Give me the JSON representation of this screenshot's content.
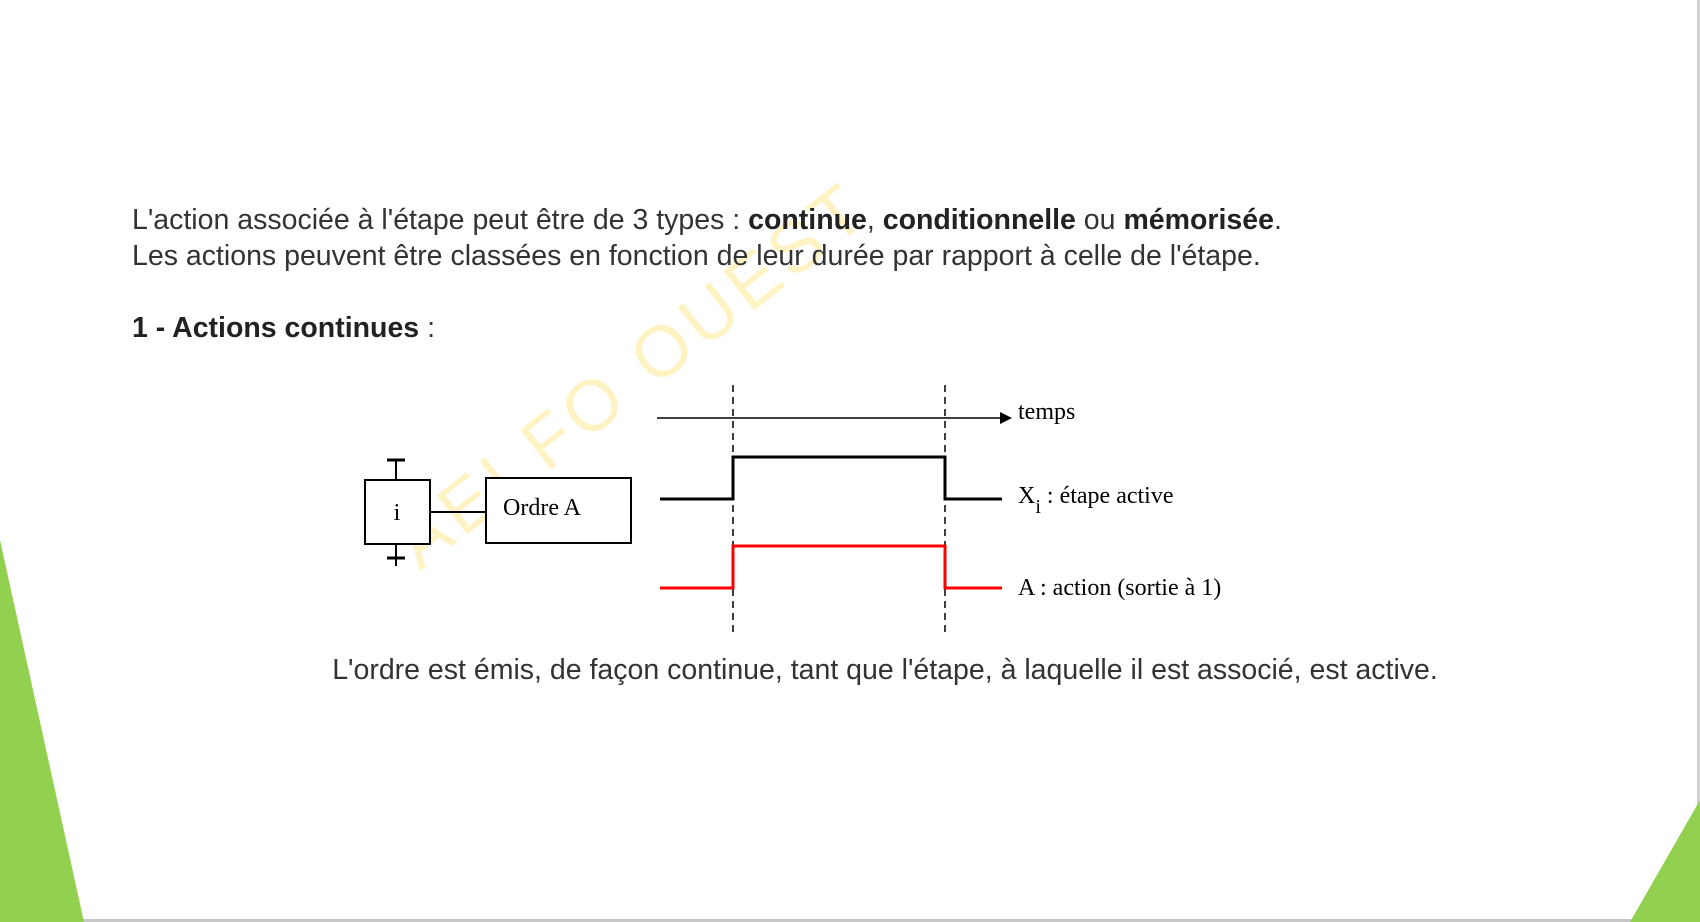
{
  "intro": {
    "line1_prefix": "L'action associée à l'étape peut être de 3 types : ",
    "type_continue": "continue",
    "sep_comma": ", ",
    "type_conditionnelle": "conditionnelle",
    "sep_ou": " ou ",
    "type_memorisee": "mémorisée",
    "line1_end": ".",
    "line2": "Les actions peuvent être classées en fonction de leur durée par rapport à celle de l'étape."
  },
  "section": {
    "title": "1 - Actions continues",
    "suffix": " :"
  },
  "diagram": {
    "step_label": "i",
    "order_label": "Ordre A",
    "time_label": "temps",
    "xi_symbol": "X",
    "xi_subscript": "i",
    "xi_label": " : étape active",
    "action_label": "A : action (sortie à 1)",
    "colors": {
      "xi_signal": "#000000",
      "action_signal": "#ff0000"
    }
  },
  "caption": "L'ordre est émis, de façon continue, tant que l'étape, à laquelle il est associé, est active.",
  "watermark": "AEI  FO        OUEST",
  "theme": {
    "accent_green": "#92d050"
  }
}
